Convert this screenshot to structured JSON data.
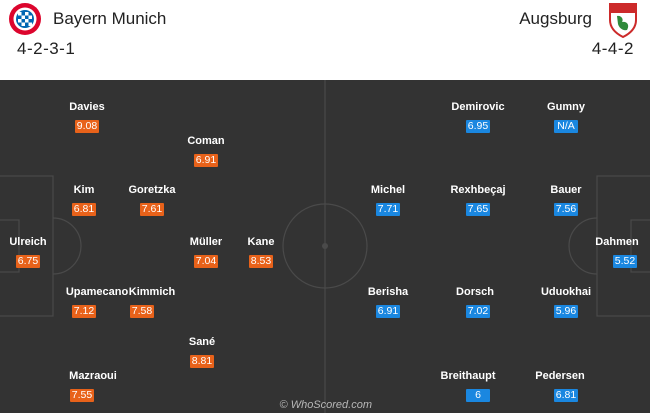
{
  "home": {
    "name": "Bayern Munich",
    "formation": "4-2-3-1",
    "color": "#e8621a",
    "crest_icon": "bayern-crest-icon",
    "players": [
      {
        "name": "Davies",
        "rating": "9.08"
      },
      {
        "name": "Coman",
        "rating": "6.91"
      },
      {
        "name": "Kim",
        "rating": "6.81"
      },
      {
        "name": "Goretzka",
        "rating": "7.61"
      },
      {
        "name": "Ulreich",
        "rating": "6.75"
      },
      {
        "name": "Müller",
        "rating": "7.04"
      },
      {
        "name": "Kane",
        "rating": "8.53"
      },
      {
        "name": "Upamecano",
        "rating": "7.12"
      },
      {
        "name": "Kimmich",
        "rating": "7.58"
      },
      {
        "name": "Sané",
        "rating": "8.81"
      },
      {
        "name": "Mazraoui",
        "rating": "7.55"
      }
    ]
  },
  "away": {
    "name": "Augsburg",
    "formation": "4-4-2",
    "color": "#1a87e0",
    "crest_icon": "augsburg-crest-icon",
    "players": [
      {
        "name": "Demirovic",
        "rating": "6.95"
      },
      {
        "name": "Gumny",
        "rating": "N/A"
      },
      {
        "name": "Michel",
        "rating": "7.71"
      },
      {
        "name": "Rexhbeçaj",
        "rating": "7.65"
      },
      {
        "name": "Bauer",
        "rating": "7.56"
      },
      {
        "name": "Dahmen",
        "rating": "5.52"
      },
      {
        "name": "Berisha",
        "rating": "6.91"
      },
      {
        "name": "Dorsch",
        "rating": "7.02"
      },
      {
        "name": "Uduokhai",
        "rating": "5.96"
      },
      {
        "name": "Breithaupt",
        "rating": "6"
      },
      {
        "name": "Pedersen",
        "rating": "6.81"
      }
    ]
  },
  "pitch_color": "#333333",
  "watermark": "© WhoScored.com"
}
